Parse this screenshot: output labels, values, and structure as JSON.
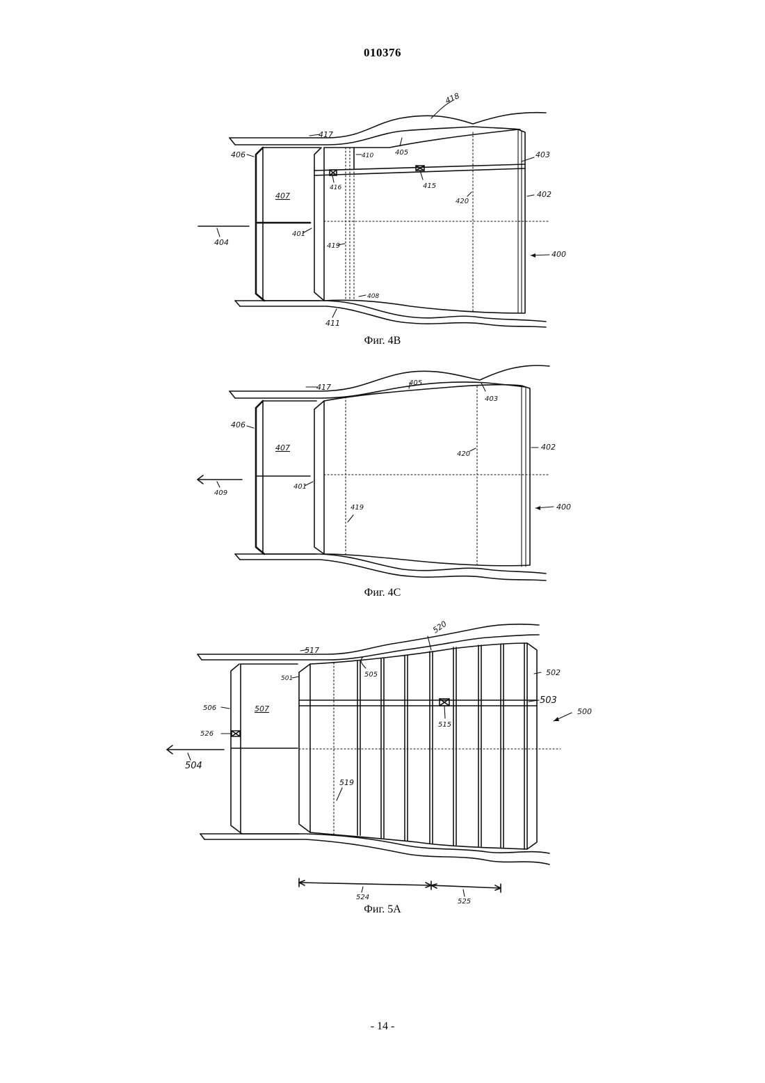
{
  "header": {
    "doc_number": "010376"
  },
  "figures": [
    {
      "caption": "Фиг. 4B",
      "labels": {
        "l418": "418",
        "l417": "417",
        "l410": "410",
        "l405": "405",
        "l403": "403",
        "l406": "406",
        "l407": "407",
        "l416": "416",
        "l415": "415",
        "l420": "420",
        "l402": "402",
        "l404": "404",
        "l401": "401",
        "l419": "419",
        "l400": "400",
        "l408": "408",
        "l411": "411"
      }
    },
    {
      "caption": "Фиг. 4C",
      "labels": {
        "l417": "417",
        "l405": "405",
        "l403": "403",
        "l406": "406",
        "l407": "407",
        "l420": "420",
        "l402": "402",
        "l409": "409",
        "l401": "401",
        "l419": "419",
        "l400": "400"
      }
    },
    {
      "caption": "Фиг. 5A",
      "labels": {
        "l520": "520",
        "l517": "517",
        "l501": "501",
        "l505": "505",
        "l502": "502",
        "l506": "506",
        "l507": "507",
        "l503": "503",
        "l500": "500",
        "l515": "515",
        "l526": "526",
        "l504": "504",
        "l519": "519",
        "l524": "524",
        "l525": "525"
      }
    }
  ],
  "footer": {
    "page_number": "- 14 -"
  }
}
